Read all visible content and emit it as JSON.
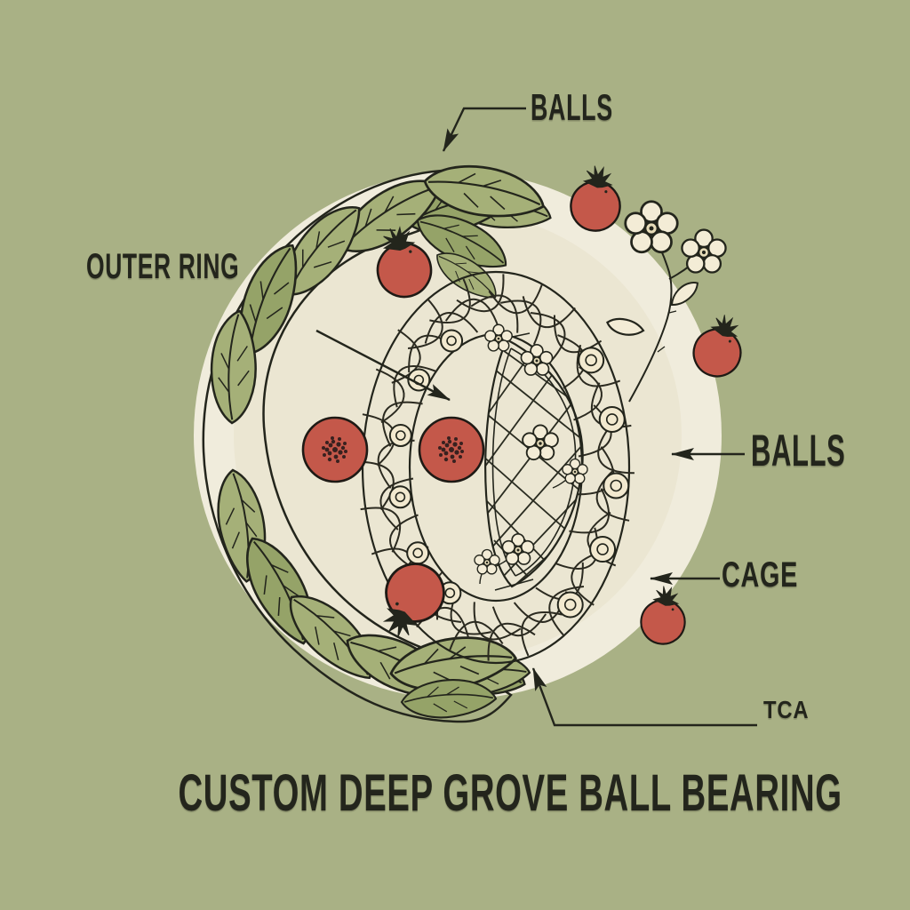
{
  "title": "CUSTOM DEEP GROVE BALL BEARING",
  "labels": {
    "balls_top": "BALLS",
    "outer_ring": "OUTER RING",
    "balls_right": "BALLS",
    "cage": "CAGE",
    "tca": "TCA"
  },
  "colors": {
    "background": "#a9b185",
    "plate": "#ebe6d2",
    "plate_rim": "#f0ecdc",
    "leaf": "#a5b078",
    "leaf_dark": "#95a368",
    "rope": "#f2e9cf",
    "blossom": "#f3ecd6",
    "tomato": "#c4584a",
    "seed": "#38211f",
    "ink": "#23251c"
  }
}
